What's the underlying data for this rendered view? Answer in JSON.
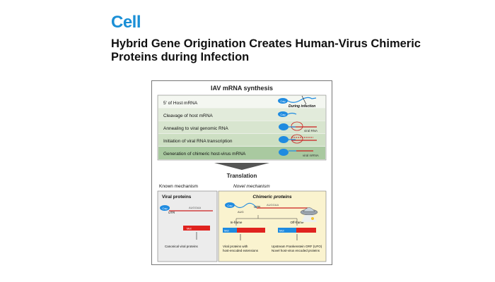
{
  "journal": "Cell",
  "title": "Hybrid Gene Origination Creates Human-Virus Chimeric Proteins during Infection",
  "graphical_abstract": {
    "heading": "IAV mRNA synthesis",
    "steps": [
      {
        "label": "5' of Host mRNA"
      },
      {
        "label": "Cleavage of host mRNA"
      },
      {
        "label": "Annealing to viral genomic RNA"
      },
      {
        "label": "Initiation of viral RNA transcription"
      },
      {
        "label": "Generation of chimeric host-virus mRNA"
      }
    ],
    "cap_label": "Cap",
    "during_infection": "During infection",
    "viral_rna_label": "viral RNA",
    "viral_mrna_label": "viral mRNA",
    "translation_label": "Translation",
    "known_mechanism": "Known mechanism",
    "novel_mechanism": "Novel mechanism",
    "viral_proteins_title": "Viral proteins",
    "chimeric_proteins_title": "Chimeric proteins",
    "utr_label": "UTR",
    "aug_label": "AUG",
    "augaa_label": "AUGGAA",
    "in_frame_label": "In-frame",
    "off_frame_label": "Off-frame",
    "met_label": "Met",
    "canonical_text": "Canonical viral proteins",
    "viral_ext_text_1": "Viral proteins with",
    "viral_ext_text_2": "host-encoded extensions",
    "upfo_text_1": "Upstream Frankenstein ORF (UFO)",
    "upfo_text_2": "Novel host-virus encoded proteins"
  }
}
